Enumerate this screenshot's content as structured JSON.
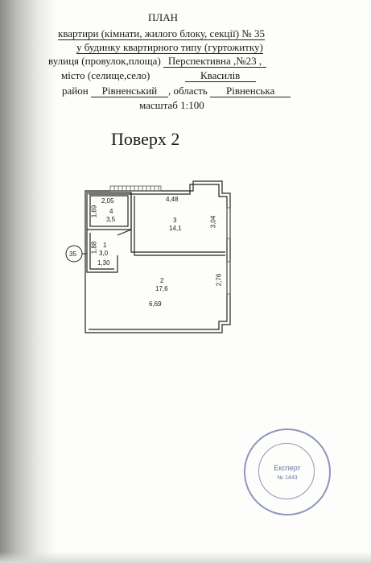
{
  "header": {
    "title": "ПЛАН",
    "line1": "квартири (кімнати, жилого блоку, секції) № 35",
    "line2": "у будинку квартирного типу (гуртожитку)",
    "street_label": "вулиця (провулок,площа)",
    "street_value": "Перспективна ,№23 ,",
    "city_label": "місто (селище,село)",
    "city_value": "Квасилів",
    "district_label": "район",
    "district_value": "Рівненський",
    "region_label": ", область",
    "region_value": "Рівненська",
    "scale": "масштаб 1:100"
  },
  "floor_title": "Поверх 2",
  "plan": {
    "apartment_number": "35",
    "rooms": [
      {
        "number": "1",
        "area": "3,0"
      },
      {
        "number": "2",
        "area": "17,6"
      },
      {
        "number": "3",
        "area": "14,1"
      },
      {
        "number": "4",
        "area": "3,5"
      }
    ],
    "dimensions": {
      "room4_width": "2,05",
      "room4_height": "1,69",
      "room3_width": "4,48",
      "room3_height": "3,04",
      "room1_height": "1,88",
      "room1_width": "1,30",
      "room2_height": "2,76",
      "room2_width": "6,69"
    }
  },
  "stamp": {
    "line1": "Експерт",
    "line2": "№ 1443"
  }
}
